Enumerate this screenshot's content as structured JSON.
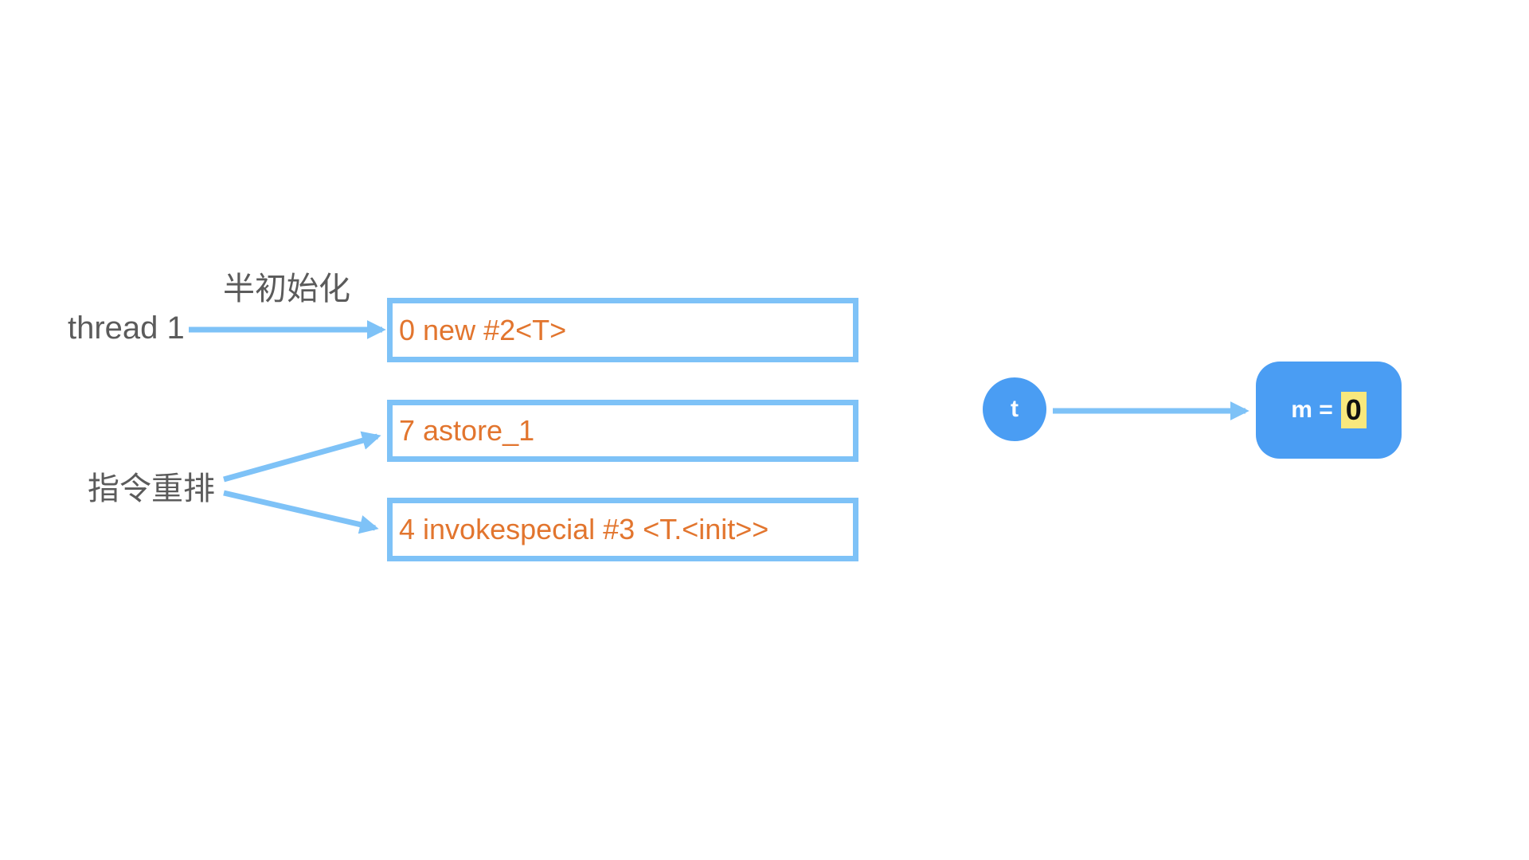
{
  "labels": {
    "half_init": "半初始化",
    "thread1": "thread 1",
    "reorder": "指令重排"
  },
  "instructions": [
    {
      "text": "0 new #2<T>"
    },
    {
      "text": "7 astore_1"
    },
    {
      "text": "4 invokespecial #3 <T.<init>>"
    }
  ],
  "thread_node": {
    "label": "t"
  },
  "memory_node": {
    "var": "m =",
    "value": "0"
  },
  "colors": {
    "box_border": "#7ec2f7",
    "arrow": "#7ec2f7",
    "instruction_text": "#e2752e",
    "label_text": "#5b5b5b",
    "node_fill": "#4a9df3",
    "value_highlight": "#f8e87d",
    "background": "#ffffff"
  }
}
